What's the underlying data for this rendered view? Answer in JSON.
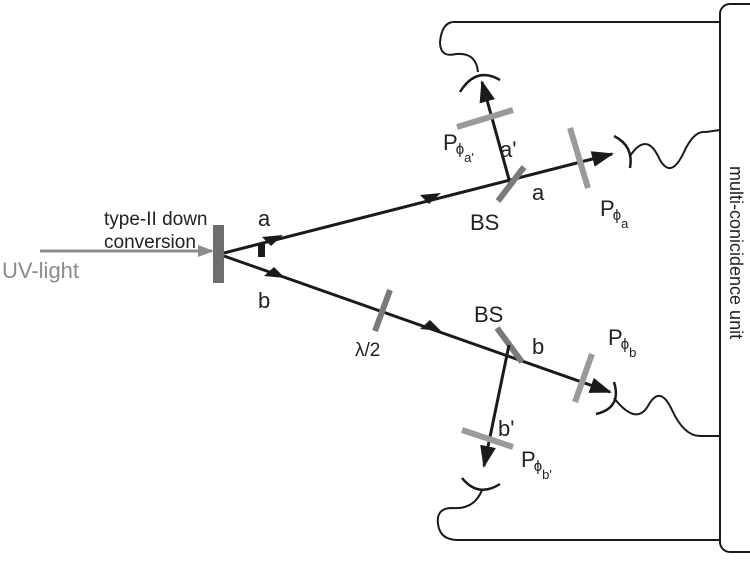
{
  "source": {
    "label": "UV-light"
  },
  "crystal": {
    "label_line1": "type-II down",
    "label_line2": "conversion"
  },
  "modes": {
    "a": "a",
    "b": "b",
    "a_prime": "a'",
    "b_prime": "b'"
  },
  "beam_splitter": {
    "label": "BS"
  },
  "waveplate": {
    "label": "λ/2"
  },
  "polarizers": {
    "main": "P",
    "phi": "ϕ",
    "a": "a",
    "b": "b",
    "a_prime": "a'",
    "b_prime": "b'"
  },
  "coincidence_unit": {
    "label": "multi-conicidence unit"
  },
  "colors": {
    "beam": "#1a1a1a",
    "uv": "#8c8c8c",
    "optic": "#7a7a7a",
    "polarizer": "#9a9a9a",
    "frame": "#1a1a1a"
  }
}
